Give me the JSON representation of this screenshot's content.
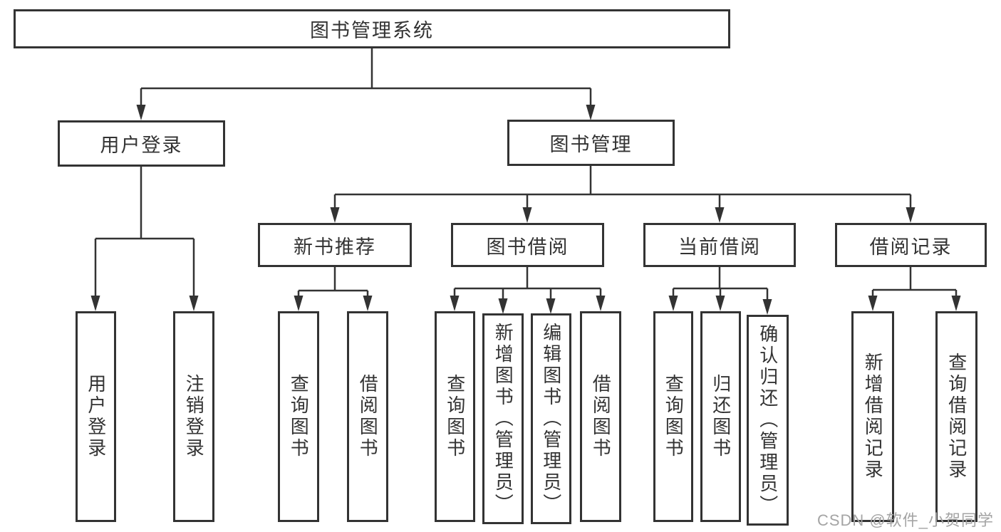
{
  "diagram_title": "图书管理系统",
  "colors": {
    "line": "#333333",
    "box_border": "#333333",
    "text": "#333333",
    "background": "#ffffff",
    "watermark": "#a4a4a4"
  },
  "watermark": "CSDN @软件_小贺同学",
  "tree": {
    "root": {
      "label": "图书管理系统",
      "children": [
        {
          "label": "用户登录",
          "children": [
            {
              "label": "用户登录"
            },
            {
              "label": "注销登录"
            }
          ]
        },
        {
          "label": "图书管理",
          "children": [
            {
              "label": "新书推荐",
              "children": [
                {
                  "label": "查询图书"
                },
                {
                  "label": "借阅图书"
                }
              ]
            },
            {
              "label": "图书借阅",
              "children": [
                {
                  "label": "查询图书"
                },
                {
                  "label": "新增图书（管理员）"
                },
                {
                  "label": "编辑图书（管理员）"
                },
                {
                  "label": "借阅图书"
                }
              ]
            },
            {
              "label": "当前借阅",
              "children": [
                {
                  "label": "查询图书"
                },
                {
                  "label": "归还图书"
                },
                {
                  "label": "确认归还（管理员）"
                }
              ]
            },
            {
              "label": "借阅记录",
              "children": [
                {
                  "label": "新增借阅记录"
                },
                {
                  "label": "查询借阅记录"
                }
              ]
            }
          ]
        }
      ]
    }
  }
}
